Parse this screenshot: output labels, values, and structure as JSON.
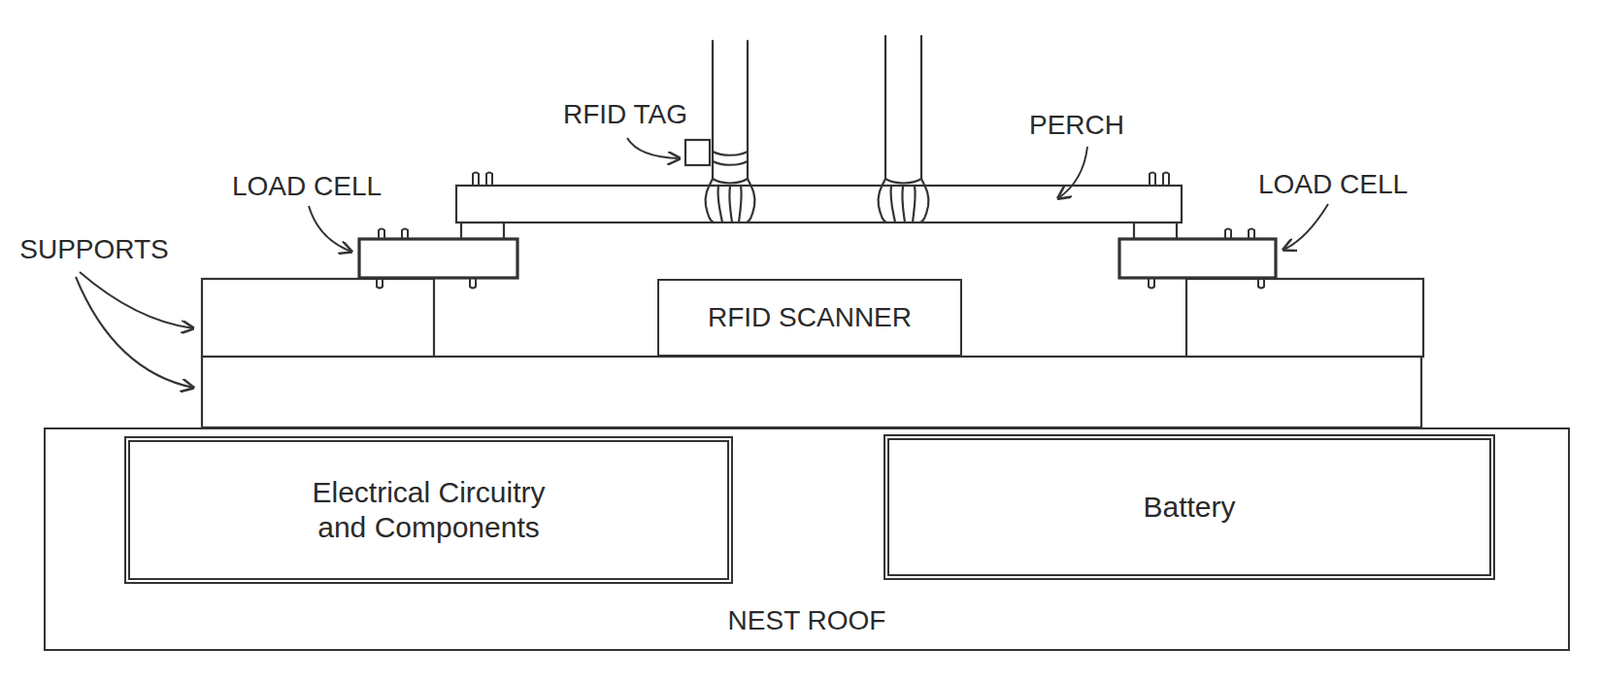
{
  "diagram": {
    "nodes": [
      {
        "text": [
          "RFID SCANNER"
        ]
      },
      {
        "text": [
          "NEST ROOF"
        ]
      },
      {
        "text": [
          "Electrical Circuitry and Components"
        ],
        "in": 1
      },
      {
        "text": [
          "Battery"
        ],
        "in": 1
      }
    ],
    "labels": [
      "RFID TAG",
      "PERCH",
      "LOAD CELL",
      "LOAD CELL",
      "SUPPORTS"
    ]
  }
}
